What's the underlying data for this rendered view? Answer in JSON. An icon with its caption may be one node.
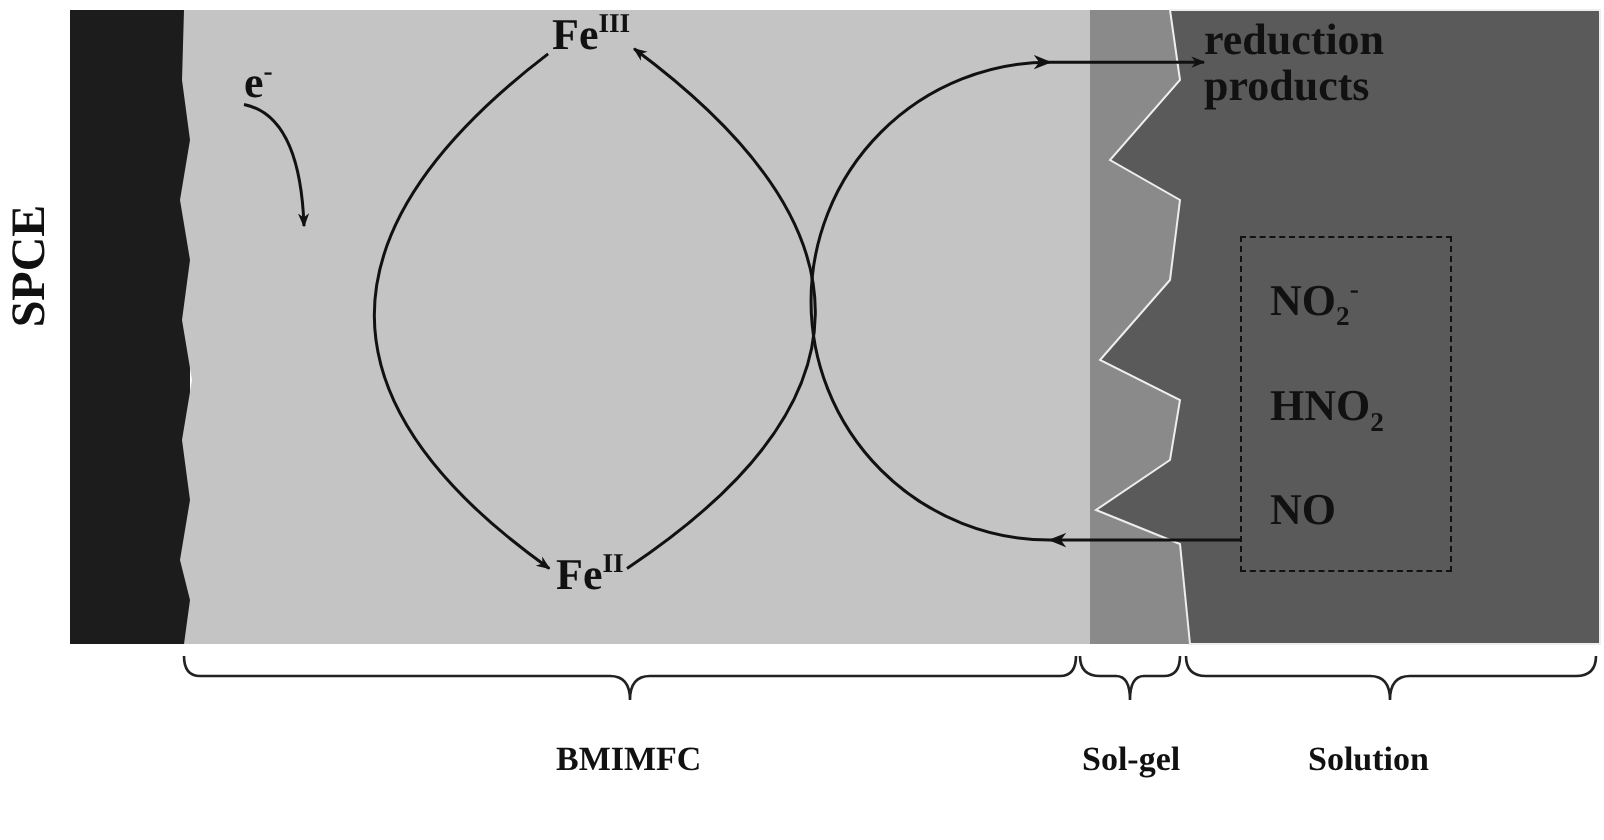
{
  "diagram": {
    "nodes": [
      {
        "text": [
          "e$^{-}$"
        ]
      },
      {
        "text": [
          "Fe$^{III}$"
        ]
      },
      {
        "text": [
          "Fe$^{II}$"
        ]
      },
      {
        "text": [
          "reduction products"
        ]
      },
      {
        "text": [
          "NO$_{2}$$^{-}$",
          "HNO$_{2}$",
          "NO"
        ]
      }
    ],
    "edges": [
      {
        "from": 0,
        "to": null,
        "arrow": "to"
      },
      {
        "from": 1,
        "to": 2,
        "arrow": "to"
      },
      {
        "from": 2,
        "to": 1,
        "arrow": "to"
      },
      {
        "from": 4,
        "to": 3,
        "arrow": "to"
      }
    ],
    "labels": [
      "SPCE",
      "BMIMFC",
      "Sol-gel",
      "Solution"
    ]
  }
}
